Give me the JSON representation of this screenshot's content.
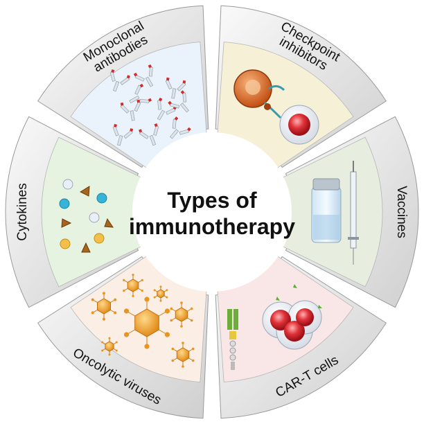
{
  "title": {
    "line1": "Types of",
    "line2": "immunotherapy"
  },
  "segments": [
    {
      "label": "Monoclonal\nantibodies",
      "panel_color": "#eaf2fb"
    },
    {
      "label": "Checkpoint\ninhibitors",
      "panel_color": "#f6f0d7"
    },
    {
      "label": "Vaccines",
      "panel_color": "#e7eedf"
    },
    {
      "label": "CAR-T cells",
      "panel_color": "#f9e6e6"
    },
    {
      "label": "Oncolytic viruses",
      "panel_color": "#fbeee4"
    },
    {
      "label": "Cytokines",
      "panel_color": "#e6f3e0"
    }
  ],
  "colors": {
    "outer_ring_light": "#f7f7f7",
    "outer_ring_dark": "#c9c9c9",
    "center": "#ffffff"
  }
}
